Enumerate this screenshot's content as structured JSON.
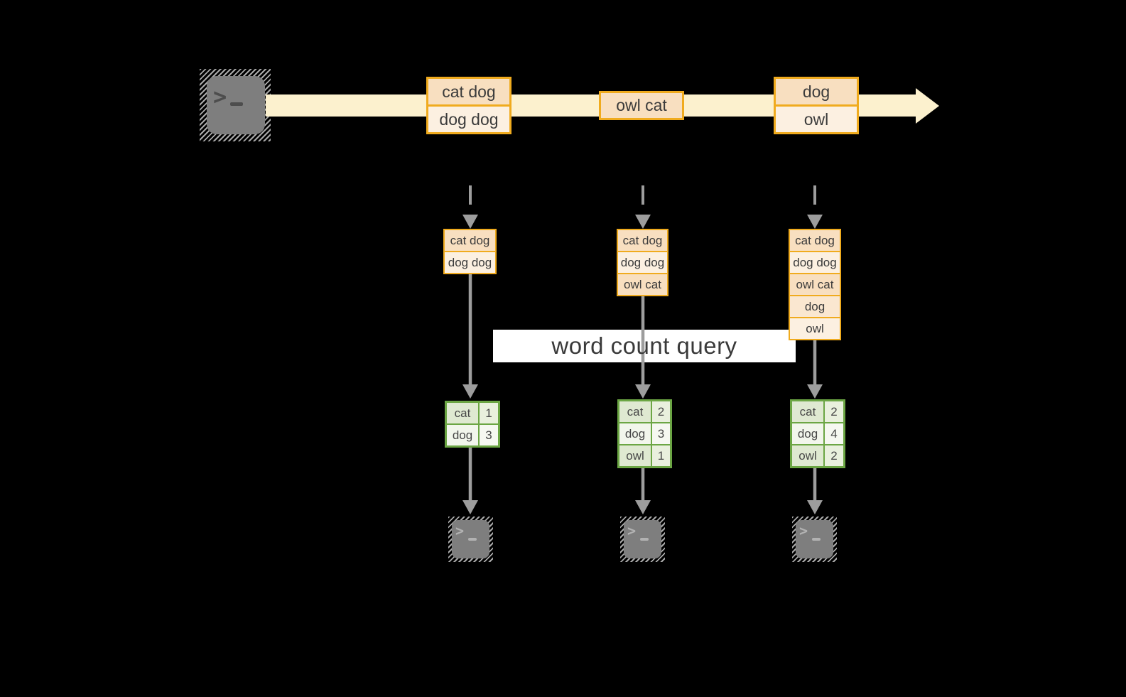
{
  "icons": {
    "terminal_prompt": ">",
    "terminal_glyph": ">_"
  },
  "stream": {
    "events": [
      {
        "lines": [
          "cat dog",
          "dog dog"
        ]
      },
      {
        "lines": [
          "owl cat"
        ]
      },
      {
        "lines": [
          "dog",
          "owl"
        ]
      }
    ]
  },
  "query": {
    "label": "word count query"
  },
  "buffers": [
    {
      "lines": [
        "cat dog",
        "dog dog"
      ]
    },
    {
      "lines": [
        "cat dog",
        "dog dog",
        "owl cat"
      ]
    },
    {
      "lines": [
        "cat dog",
        "dog dog",
        "owl cat",
        "dog",
        "owl"
      ]
    }
  ],
  "counts": [
    {
      "rows": [
        [
          "cat",
          1
        ],
        [
          "dog",
          3
        ]
      ]
    },
    {
      "rows": [
        [
          "cat",
          2
        ],
        [
          "dog",
          3
        ],
        [
          "owl",
          1
        ]
      ]
    },
    {
      "rows": [
        [
          "cat",
          2
        ],
        [
          "dog",
          4
        ],
        [
          "owl",
          2
        ]
      ]
    }
  ],
  "colors": {
    "accent_orange": "#F0AB1E",
    "fill_peach": "#F8DFC0",
    "fill_peach_light": "#FCF0E1",
    "stream_band": "#FCF1CE",
    "accent_green": "#6CA644",
    "fill_green": "#DFE9D1",
    "fill_green_light": "#F2F6EC",
    "arrow_gray": "#9D9D9D",
    "terminal_gray": "#7E7E7E",
    "background": "#000000"
  }
}
